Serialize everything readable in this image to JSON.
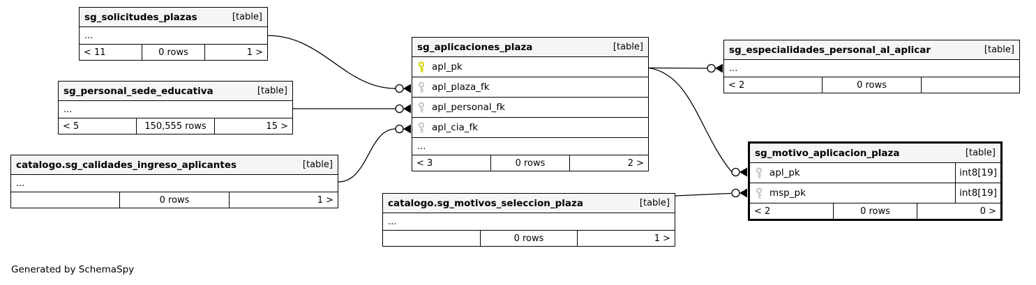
{
  "diagram": {
    "generator_note": "Generated by SchemaSpy",
    "colors": {
      "primary_key_icon": "#d6d600",
      "foreign_key_icon": "#c9c9c9",
      "header_background": "#f5f5f5",
      "border": "#000000"
    }
  },
  "tables": [
    {
      "title": "sg_solicitudes_plazas",
      "badge": "[table]",
      "ellipsis": "...",
      "footer": {
        "left": "< 11",
        "center": "0 rows",
        "right": "1 >"
      }
    },
    {
      "title": "sg_personal_sede_educativa",
      "badge": "[table]",
      "ellipsis": "...",
      "footer": {
        "left": "< 5",
        "center": "150,555 rows",
        "right": "15 >"
      }
    },
    {
      "title": "catalogo.sg_calidades_ingreso_aplicantes",
      "badge": "[table]",
      "ellipsis": "...",
      "footer": {
        "left": "",
        "center": "0 rows",
        "right": "1 >"
      }
    },
    {
      "title": "sg_aplicaciones_plaza",
      "badge": "[table]",
      "ellipsis": "...",
      "columns": [
        {
          "name": "apl_pk",
          "key": "primary"
        },
        {
          "name": "apl_plaza_fk",
          "key": "foreign"
        },
        {
          "name": "apl_personal_fk",
          "key": "foreign"
        },
        {
          "name": "apl_cia_fk",
          "key": "foreign"
        }
      ],
      "footer": {
        "left": "< 3",
        "center": "0 rows",
        "right": "2 >"
      }
    },
    {
      "title": "sg_especialidades_personal_al_aplicar",
      "badge": "[table]",
      "ellipsis": "...",
      "footer": {
        "left": "< 2",
        "center": "0 rows",
        "right": ""
      }
    },
    {
      "title": "sg_motivo_aplicacion_plaza",
      "badge": "[table]",
      "columns": [
        {
          "name": "apl_pk",
          "type": "int8[19]",
          "key": "foreign"
        },
        {
          "name": "msp_pk",
          "type": "int8[19]",
          "key": "foreign"
        }
      ],
      "footer": {
        "left": "< 2",
        "center": "0 rows",
        "right": "0 >"
      }
    },
    {
      "title": "catalogo.sg_motivos_seleccion_plaza",
      "badge": "[table]",
      "ellipsis": "...",
      "footer": {
        "left": "",
        "center": "0 rows",
        "right": "1 >"
      }
    }
  ],
  "relationships": [
    {
      "from": "sg_solicitudes_plazas",
      "to": "sg_aplicaciones_plaza.apl_plaza_fk"
    },
    {
      "from": "sg_personal_sede_educativa",
      "to": "sg_aplicaciones_plaza.apl_personal_fk"
    },
    {
      "from": "catalogo.sg_calidades_ingreso_aplicantes",
      "to": "sg_aplicaciones_plaza.apl_cia_fk"
    },
    {
      "from": "sg_aplicaciones_plaza.apl_pk",
      "to": "sg_especialidades_personal_al_aplicar"
    },
    {
      "from": "sg_aplicaciones_plaza.apl_pk",
      "to": "sg_motivo_aplicacion_plaza.apl_pk"
    },
    {
      "from": "catalogo.sg_motivos_seleccion_plaza",
      "to": "sg_motivo_aplicacion_plaza.msp_pk"
    }
  ]
}
